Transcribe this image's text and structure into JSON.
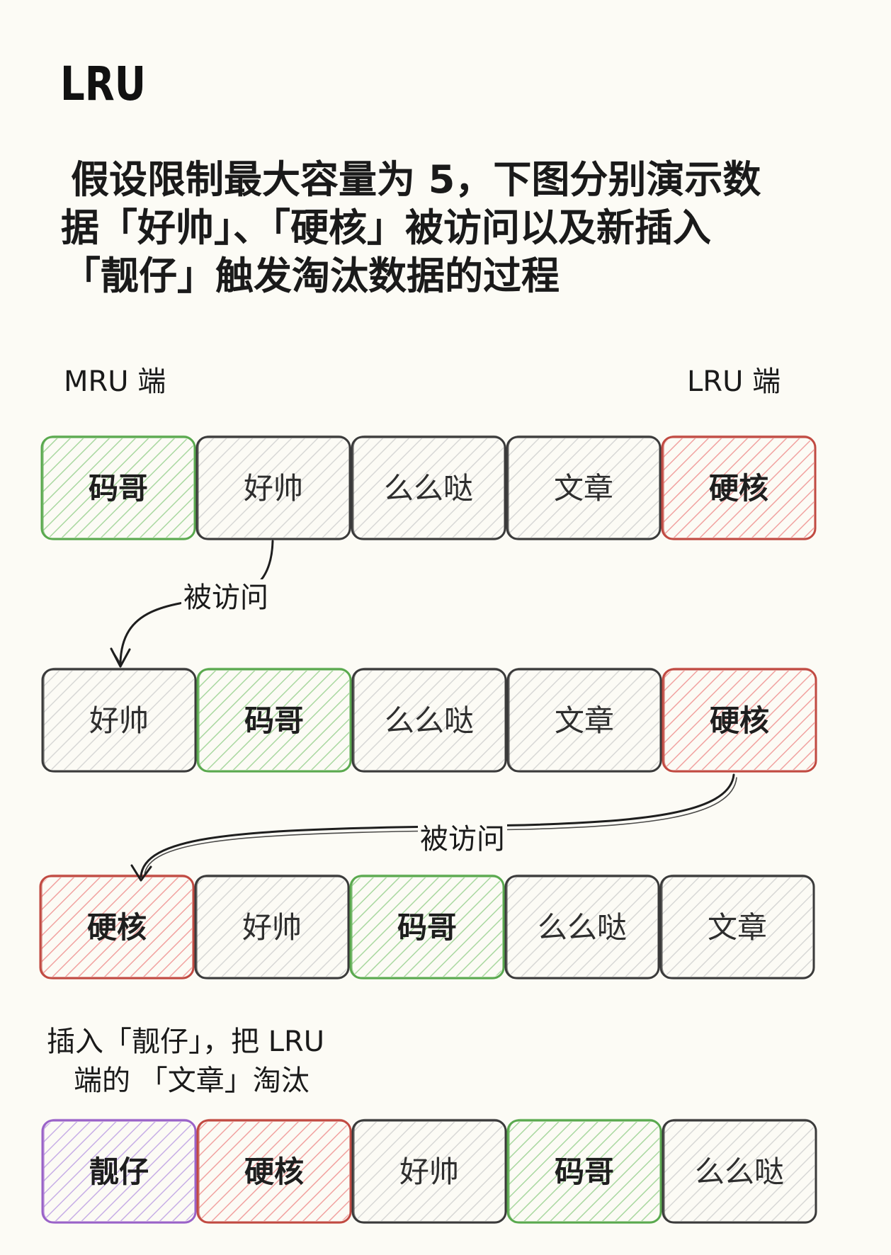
{
  "title": "LRU",
  "description_lines": [
    "假设限制最大容量为 5，下图分别演示数",
    "据「好帅」、「硬核」被访问以及新插入",
    "「靓仔」触发淘汰数据的过程"
  ],
  "mru_label": "MRU 端",
  "lru_label": "LRU 端",
  "rows": [
    {
      "items": [
        {
          "label": "码哥",
          "color": "green"
        },
        {
          "label": "好帅",
          "color": "gray"
        },
        {
          "label": "么么哒",
          "color": "gray"
        },
        {
          "label": "文章",
          "color": "gray"
        },
        {
          "label": "硬核",
          "color": "red"
        }
      ]
    },
    {
      "items": [
        {
          "label": "好帅",
          "color": "gray"
        },
        {
          "label": "码哥",
          "color": "green"
        },
        {
          "label": "么么哒",
          "color": "gray"
        },
        {
          "label": "文章",
          "color": "gray"
        },
        {
          "label": "硬核",
          "color": "red"
        }
      ]
    },
    {
      "items": [
        {
          "label": "硬核",
          "color": "red"
        },
        {
          "label": "好帅",
          "color": "gray"
        },
        {
          "label": "码哥",
          "color": "green"
        },
        {
          "label": "么么哒",
          "color": "gray"
        },
        {
          "label": "文章",
          "color": "gray"
        }
      ]
    },
    {
      "items": [
        {
          "label": "靓仔",
          "color": "purple"
        },
        {
          "label": "硬核",
          "color": "red"
        },
        {
          "label": "好帅",
          "color": "gray"
        },
        {
          "label": "码哥",
          "color": "green"
        },
        {
          "label": "么么哒",
          "color": "gray"
        }
      ]
    }
  ],
  "arrows": [
    {
      "label": "被访问"
    },
    {
      "label": "被访问"
    }
  ],
  "insert_note_lines": [
    "插入「靓仔」，把 LRU",
    "端的 「文章」淘汰"
  ],
  "background": "#fcfbf5",
  "palette": {
    "green": {
      "stroke": "#5aa94e",
      "hatch": "#a9d8a0"
    },
    "red": {
      "stroke": "#c14a42",
      "hatch": "#f1a2a0"
    },
    "gray": {
      "stroke": "#3b3b3b",
      "hatch": "#d8d8d6"
    },
    "purple": {
      "stroke": "#9a63c8",
      "hatch": "#c7aee6"
    }
  }
}
